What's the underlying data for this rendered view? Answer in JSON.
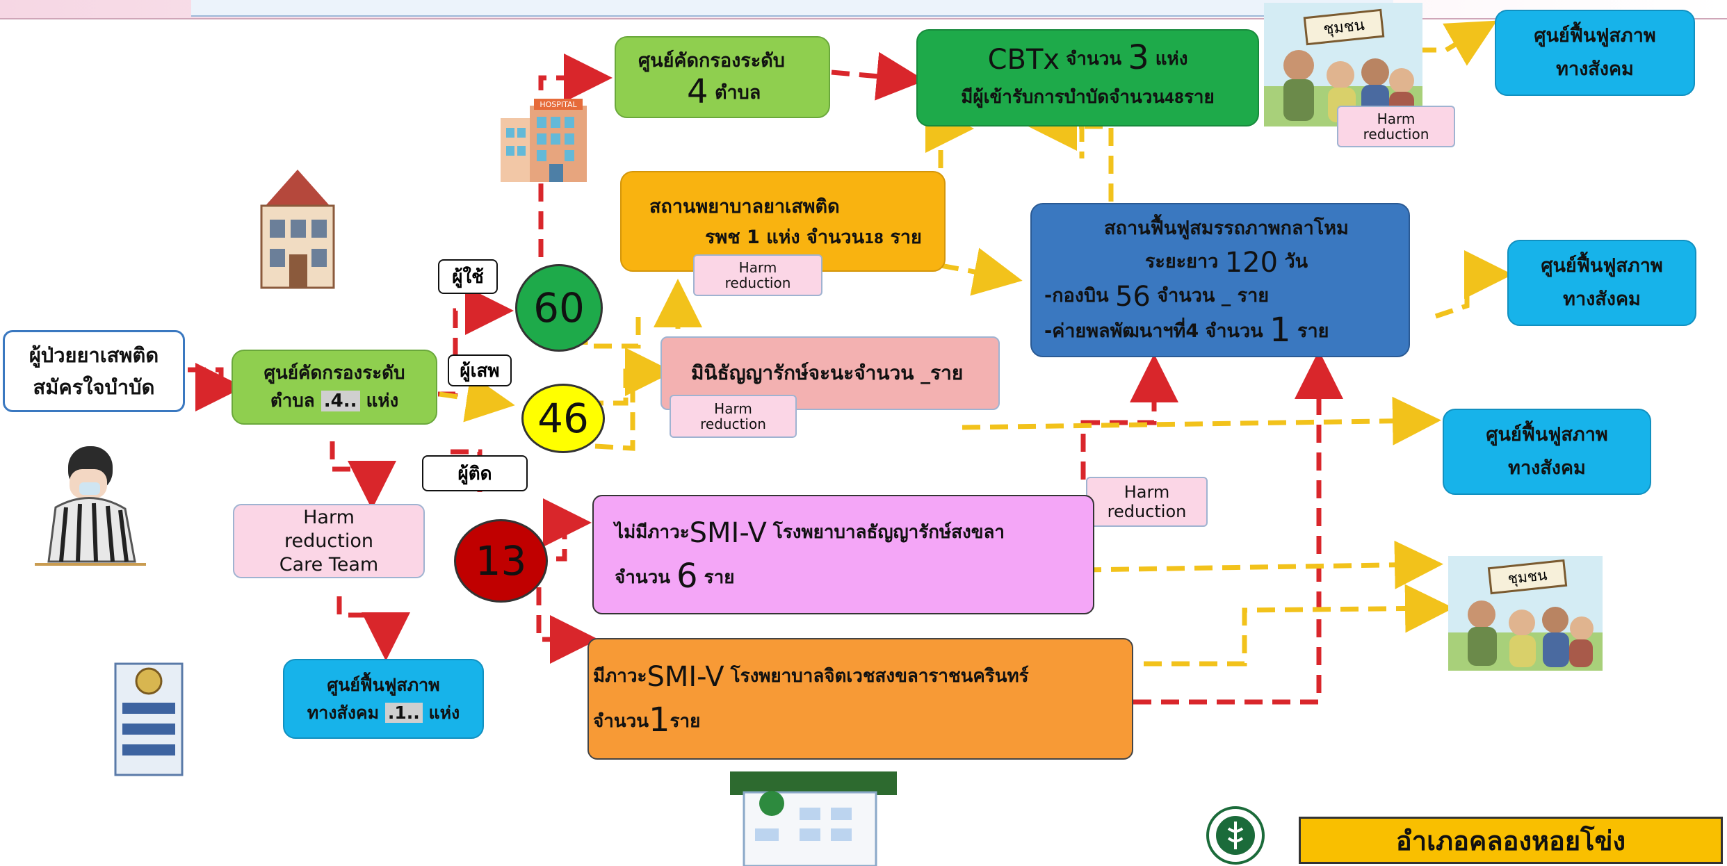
{
  "patient": {
    "line1": "ผู้ป่วยยาเสพติด",
    "line2": "สมัครใจบำบัด"
  },
  "screening_center": {
    "line1": "ศูนย์คัดกรองระดับ",
    "prefix": "ตำบล",
    "count": ".4..",
    "suffix": "แห่ง"
  },
  "screening_center_top": {
    "line1": "ศูนย์คัดกรองระดับ",
    "count": "4",
    "unit": "ตำบล"
  },
  "harm_team": {
    "line1": "Harm",
    "line2": "reduction",
    "line3": "Care Team"
  },
  "social_rehab_left": {
    "line1": "ศูนย์ฟื้นฟูสภาพ",
    "prefix": "ทางสังคม",
    "count": ".1..",
    "suffix": "แห่ง"
  },
  "labels": {
    "user": "ผู้ใช้",
    "addict": "ผู้เสพ",
    "dependent": "ผู้ติด"
  },
  "circles": {
    "user": "60",
    "addict": "46",
    "dependent": "13"
  },
  "cbtx": {
    "prefix": "CBTx",
    "count_label": "จำนวน",
    "count": "3",
    "unit": "แห่ง",
    "line2": "มีผู้เข้ารับการบำบัดจำนวน",
    "line2_count": "48",
    "line2_unit": "ราย"
  },
  "hospital_drug": {
    "line1": "สถานพยาบาลยาเสพติด",
    "line2_prefix": "รพช 1  แห่ง จำนวน",
    "line2_count": "18",
    "line2_unit": "ราย"
  },
  "mini_thanyarak": {
    "text": "มินิธัญญารักษ์จะนะจำนวน _ราย"
  },
  "rehab_center": {
    "line1": "สถานฟื้นฟูสมรรถภาพกลาโหม",
    "line2_prefix": "ระยะยาว",
    "line2_count": "120",
    "line2_unit": "วัน",
    "line3_prefix": "-กองบิน",
    "line3_count": "56",
    "line3_suffix": "จำนวน  _  ราย",
    "line4_prefix": "-ค่ายพลพัฒนาฯที่4 จำนวน",
    "line4_count": "1",
    "line4_unit": "ราย"
  },
  "no_smiv": {
    "prefix": "ไม่มีภาวะ",
    "code": "SMI-V",
    "suffix": "โรงพยาบาลธัญญารักษ์สงขลา",
    "line2_prefix": "จำนวน",
    "line2_count": "6",
    "line2_unit": "ราย"
  },
  "has_smiv": {
    "prefix": "มีภาวะ",
    "code": "SMI-V",
    "suffix": "โรงพยาบาลจิตเวชสงขลาราชนครินทร์",
    "line2_prefix": "จำนวน",
    "line2_count": "1",
    "line2_unit": "ราย"
  },
  "social_rehab_right": {
    "line1": "ศูนย์ฟื้นฟูสภาพ",
    "line2": "ทางสังคม"
  },
  "harm_tag": {
    "line1": "Harm",
    "line2": "reduction"
  },
  "community_sign": "ชุมชน",
  "hospital_sign": "HOSPITAL",
  "district": "อำเภอคลองหอยโข่ง",
  "colors": {
    "green": "#8fcf4f",
    "dark_green": "#1eaa4a",
    "amber": "#f9b310",
    "blue": "#3a78c0",
    "sky": "#17b3ea",
    "pink": "#f4a6f7",
    "orange": "#f79a36",
    "dashed_red": "#d9262b",
    "dashed_yellow": "#f2c21b"
  }
}
